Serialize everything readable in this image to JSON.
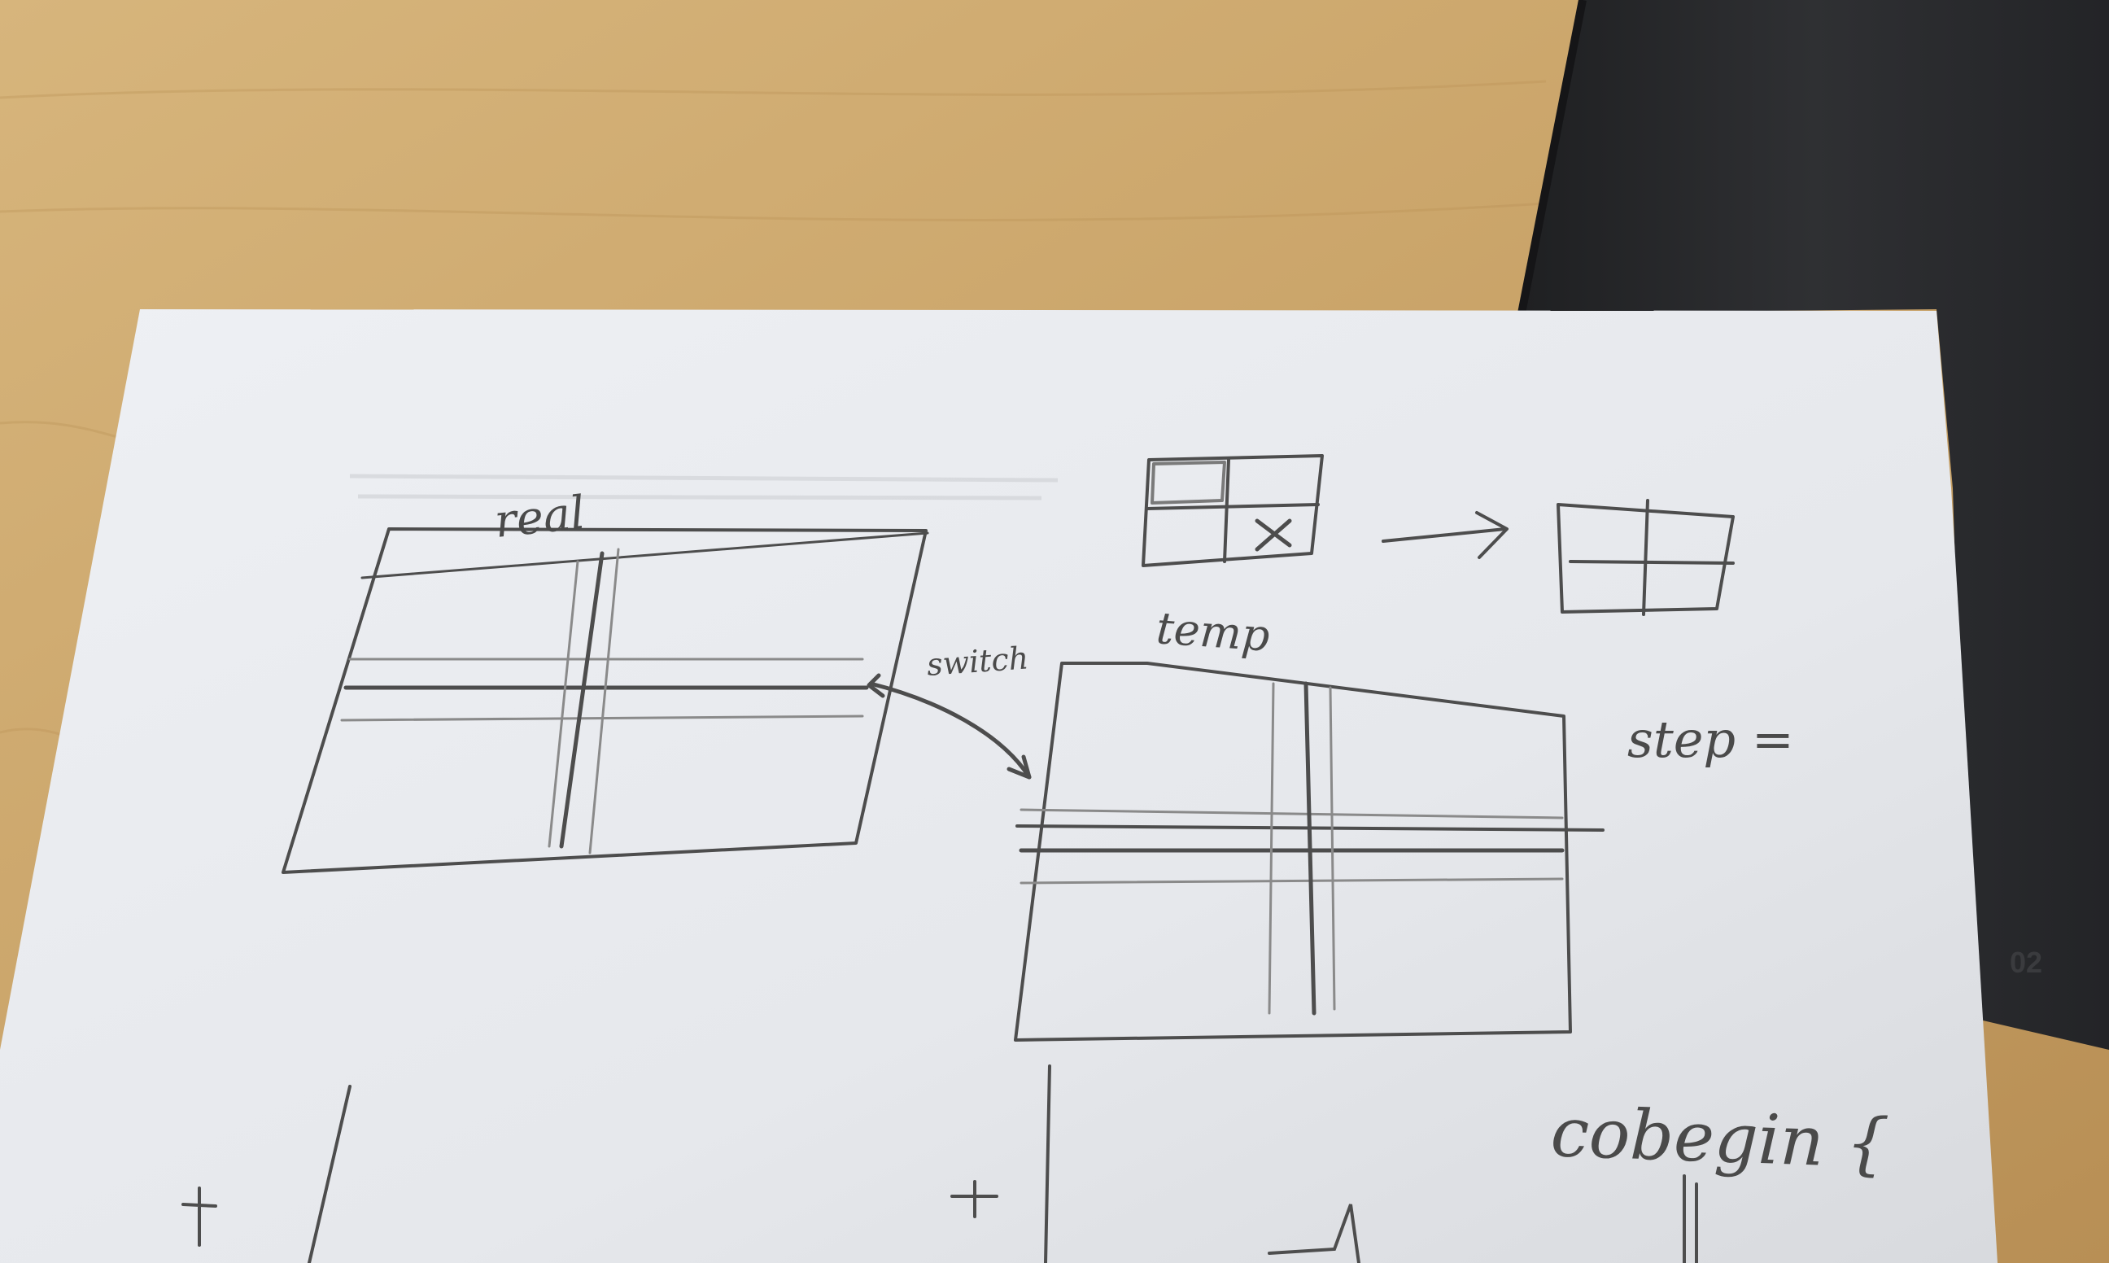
{
  "photo": {
    "description_free": true,
    "colors": {
      "desk": "#c9a46a",
      "desk_light": "#d9b983",
      "tray": "#2b2c2e",
      "paper": "#e9ebef",
      "pencil": "#4d4d4d"
    }
  },
  "sketch": {
    "label_real": "real",
    "label_temp": "temp",
    "label_switch": "switch",
    "label_step": "step =",
    "label_cobegin": "cobegin {"
  },
  "tray": {
    "label": "02"
  }
}
